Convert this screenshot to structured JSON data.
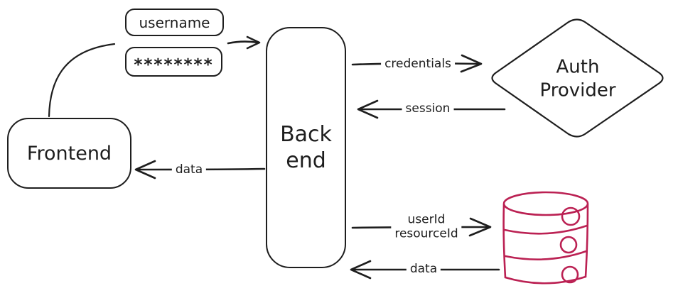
{
  "canvas": {
    "background": "#ffffff",
    "stroke_color": "#1e1e1e",
    "database_color": "#bb2153"
  },
  "nodes": {
    "username_field": {
      "label": "username"
    },
    "password_field": {
      "label": "********"
    },
    "frontend": {
      "label": "Frontend"
    },
    "backend": {
      "label": "Back\nend"
    },
    "auth_provider": {
      "label": "Auth\nProvider",
      "shape": "diamond"
    },
    "database": {
      "icon": "database-cylinder",
      "color": "#bb2153"
    }
  },
  "edges": {
    "login_submit": {
      "from": "password_field",
      "to": "backend",
      "label": ""
    },
    "frontend_inputs_link": {
      "from": "frontend",
      "to": "username_field",
      "label": ""
    },
    "credentials": {
      "from": "backend",
      "to": "auth_provider",
      "label": "credentials"
    },
    "session": {
      "from": "auth_provider",
      "to": "backend",
      "label": "session"
    },
    "frontend_data": {
      "from": "backend",
      "to": "frontend",
      "label": "data"
    },
    "resource_query": {
      "from": "backend",
      "to": "database",
      "label": "userId\nresourceId"
    },
    "db_data": {
      "from": "database",
      "to": "backend",
      "label": "data"
    }
  }
}
